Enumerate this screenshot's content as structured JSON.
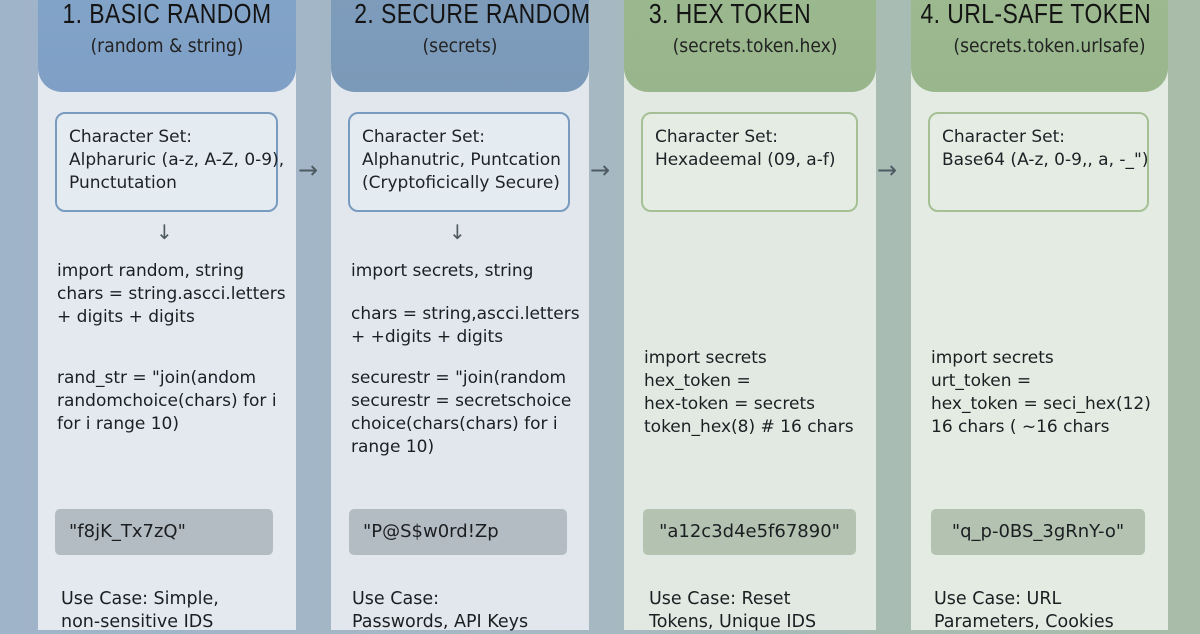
{
  "colors": {
    "background_left": "#9fb3c9",
    "background_right": "#a9bca9",
    "header_blue": "#82a2c7",
    "header_blue_dark": "#7d9bba",
    "header_green": "#9ab78d",
    "panel_light": "#e3e9ee",
    "charset_border_blue": "#7a9bc0",
    "charset_border_green": "#a6c095",
    "pill_gray": "#b4bcc3",
    "pill_green": "#b3c2b1"
  },
  "columns": [
    {
      "title": "1. BASIC RANDOM",
      "subtitle": "(random & string)",
      "charset": {
        "lines": [
          "Character Set:",
          "Alpharuric (a-z, A-Z, 0-9),",
          "Punctutation"
        ]
      },
      "code_blocks": [
        [
          "import random, string",
          "chars = string.ascci.letters",
          "+ digits + digits"
        ],
        [
          "rand_str = \"join(andom",
          "randomchoice(chars) for i",
          "for i range 10)"
        ]
      ],
      "output": "\"f8jK_Tx7zQ\"",
      "use_case": [
        "Use Case: Simple,",
        "non-sensitive IDS"
      ]
    },
    {
      "title": "2. SECURE RANDOM",
      "subtitle": "(secrets)",
      "charset": {
        "lines": [
          "Character Set:",
          "Alphanutric, Puntcation",
          "(Cryptoficically Secure)"
        ]
      },
      "code_blocks": [
        [
          "import secrets, string"
        ],
        [
          "chars = string,ascci.letters",
          "+ +digits + digits"
        ],
        [
          "securestr = \"join(random",
          "securestr = secretschoice",
          "choice(chars(chars) for i",
          "range 10)"
        ]
      ],
      "output": "\"P@S$w0rd!Zp",
      "use_case": [
        "Use Case:",
        "Passwords, API Keys"
      ]
    },
    {
      "title": "3. HEX TOKEN",
      "subtitle": "(secrets.token.hex)",
      "charset": {
        "lines": [
          "Character Set:",
          "Hexadeemal (09, a-f)"
        ]
      },
      "code_blocks": [
        [
          "import secrets",
          "hex_token =",
          "hex-token = secrets",
          "token_hex(8) # 16 chars"
        ]
      ],
      "output": "\"a12c3d4e5f67890\"",
      "use_case": [
        "Use Case: Reset",
        "Tokens, Unique IDS"
      ]
    },
    {
      "title": "4. URL-SAFE TOKEN",
      "subtitle": "(secrets.token.urlsafe)",
      "charset": {
        "lines": [
          "Character Set:",
          "Base64 (A-z, 0-9,, a, -_\")"
        ]
      },
      "code_blocks": [
        [
          "import secrets",
          "urt_token =",
          "hex_token = seci_hex(12)",
          "16 chars ( ~16 chars"
        ]
      ],
      "output": "\"q_p-0BS_3gRnY-o\"",
      "use_case": [
        "Use Case: URL",
        "Parameters, Cookies"
      ]
    }
  ],
  "arrows": {
    "right": "→",
    "down": "↓"
  }
}
